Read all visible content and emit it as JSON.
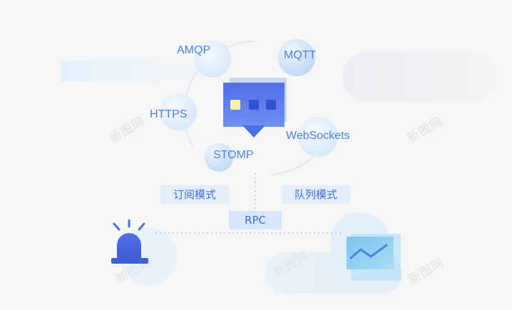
{
  "protocols": {
    "amqp": "AMQP",
    "mqtt": "MQTT",
    "https": "HTTPS",
    "websockets": "WebSockets",
    "stomp": "STOMP"
  },
  "modes": {
    "subscribe": "订阅模式",
    "queue": "队列模式",
    "rpc": "RPC"
  },
  "watermark": "新图网",
  "colors": {
    "accent": "#4a7fe0",
    "server": "#4f73e6",
    "indicator_yellow": "#fff0a0",
    "bubble": "#dbeafe",
    "alarm": "#4f6fe6",
    "screen": "#8fd0f2"
  }
}
